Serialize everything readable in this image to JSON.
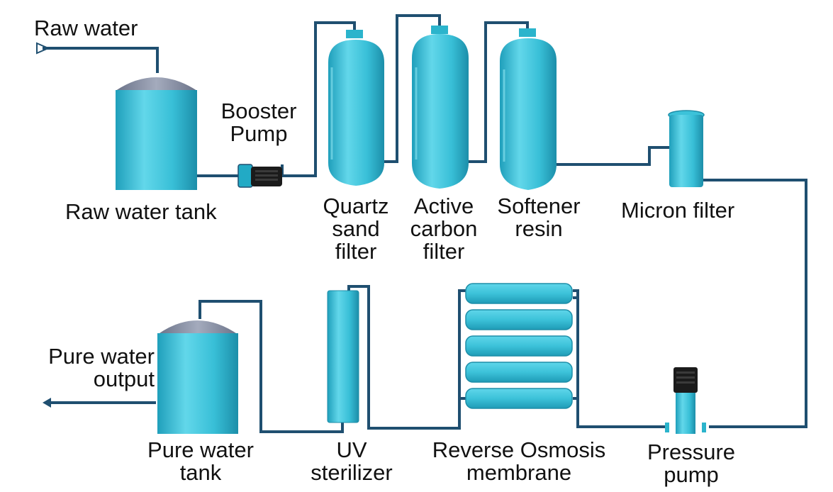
{
  "labels": {
    "raw_water": "Raw water",
    "raw_water_tank": "Raw water tank",
    "booster_pump_line1": "Booster",
    "booster_pump_line2": "Pump",
    "quartz_line1": "Quartz",
    "quartz_line2": "sand",
    "quartz_line3": "filter",
    "carbon_line1": "Active",
    "carbon_line2": "carbon",
    "carbon_line3": "filter",
    "softener_line1": "Softener",
    "softener_line2": "resin",
    "micron_filter": "Micron filter",
    "pure_output_line1": "Pure water",
    "pure_output_line2": "output",
    "pure_tank_line1": "Pure water",
    "pure_tank_line2": "tank",
    "uv_line1": "UV",
    "uv_line2": "sterilizer",
    "ro_line1": "Reverse Osmosis",
    "ro_line2": "membrane",
    "pressure_line1": "Pressure",
    "pressure_line2": "pump"
  },
  "colors": {
    "vessel": "#3cc2d9",
    "vessel_light": "#7fe0ef",
    "vessel_dark": "#1e8ea8",
    "pipe": "#1f4f70",
    "dome": "#8a93a8",
    "motor": "#1b1b1b"
  }
}
